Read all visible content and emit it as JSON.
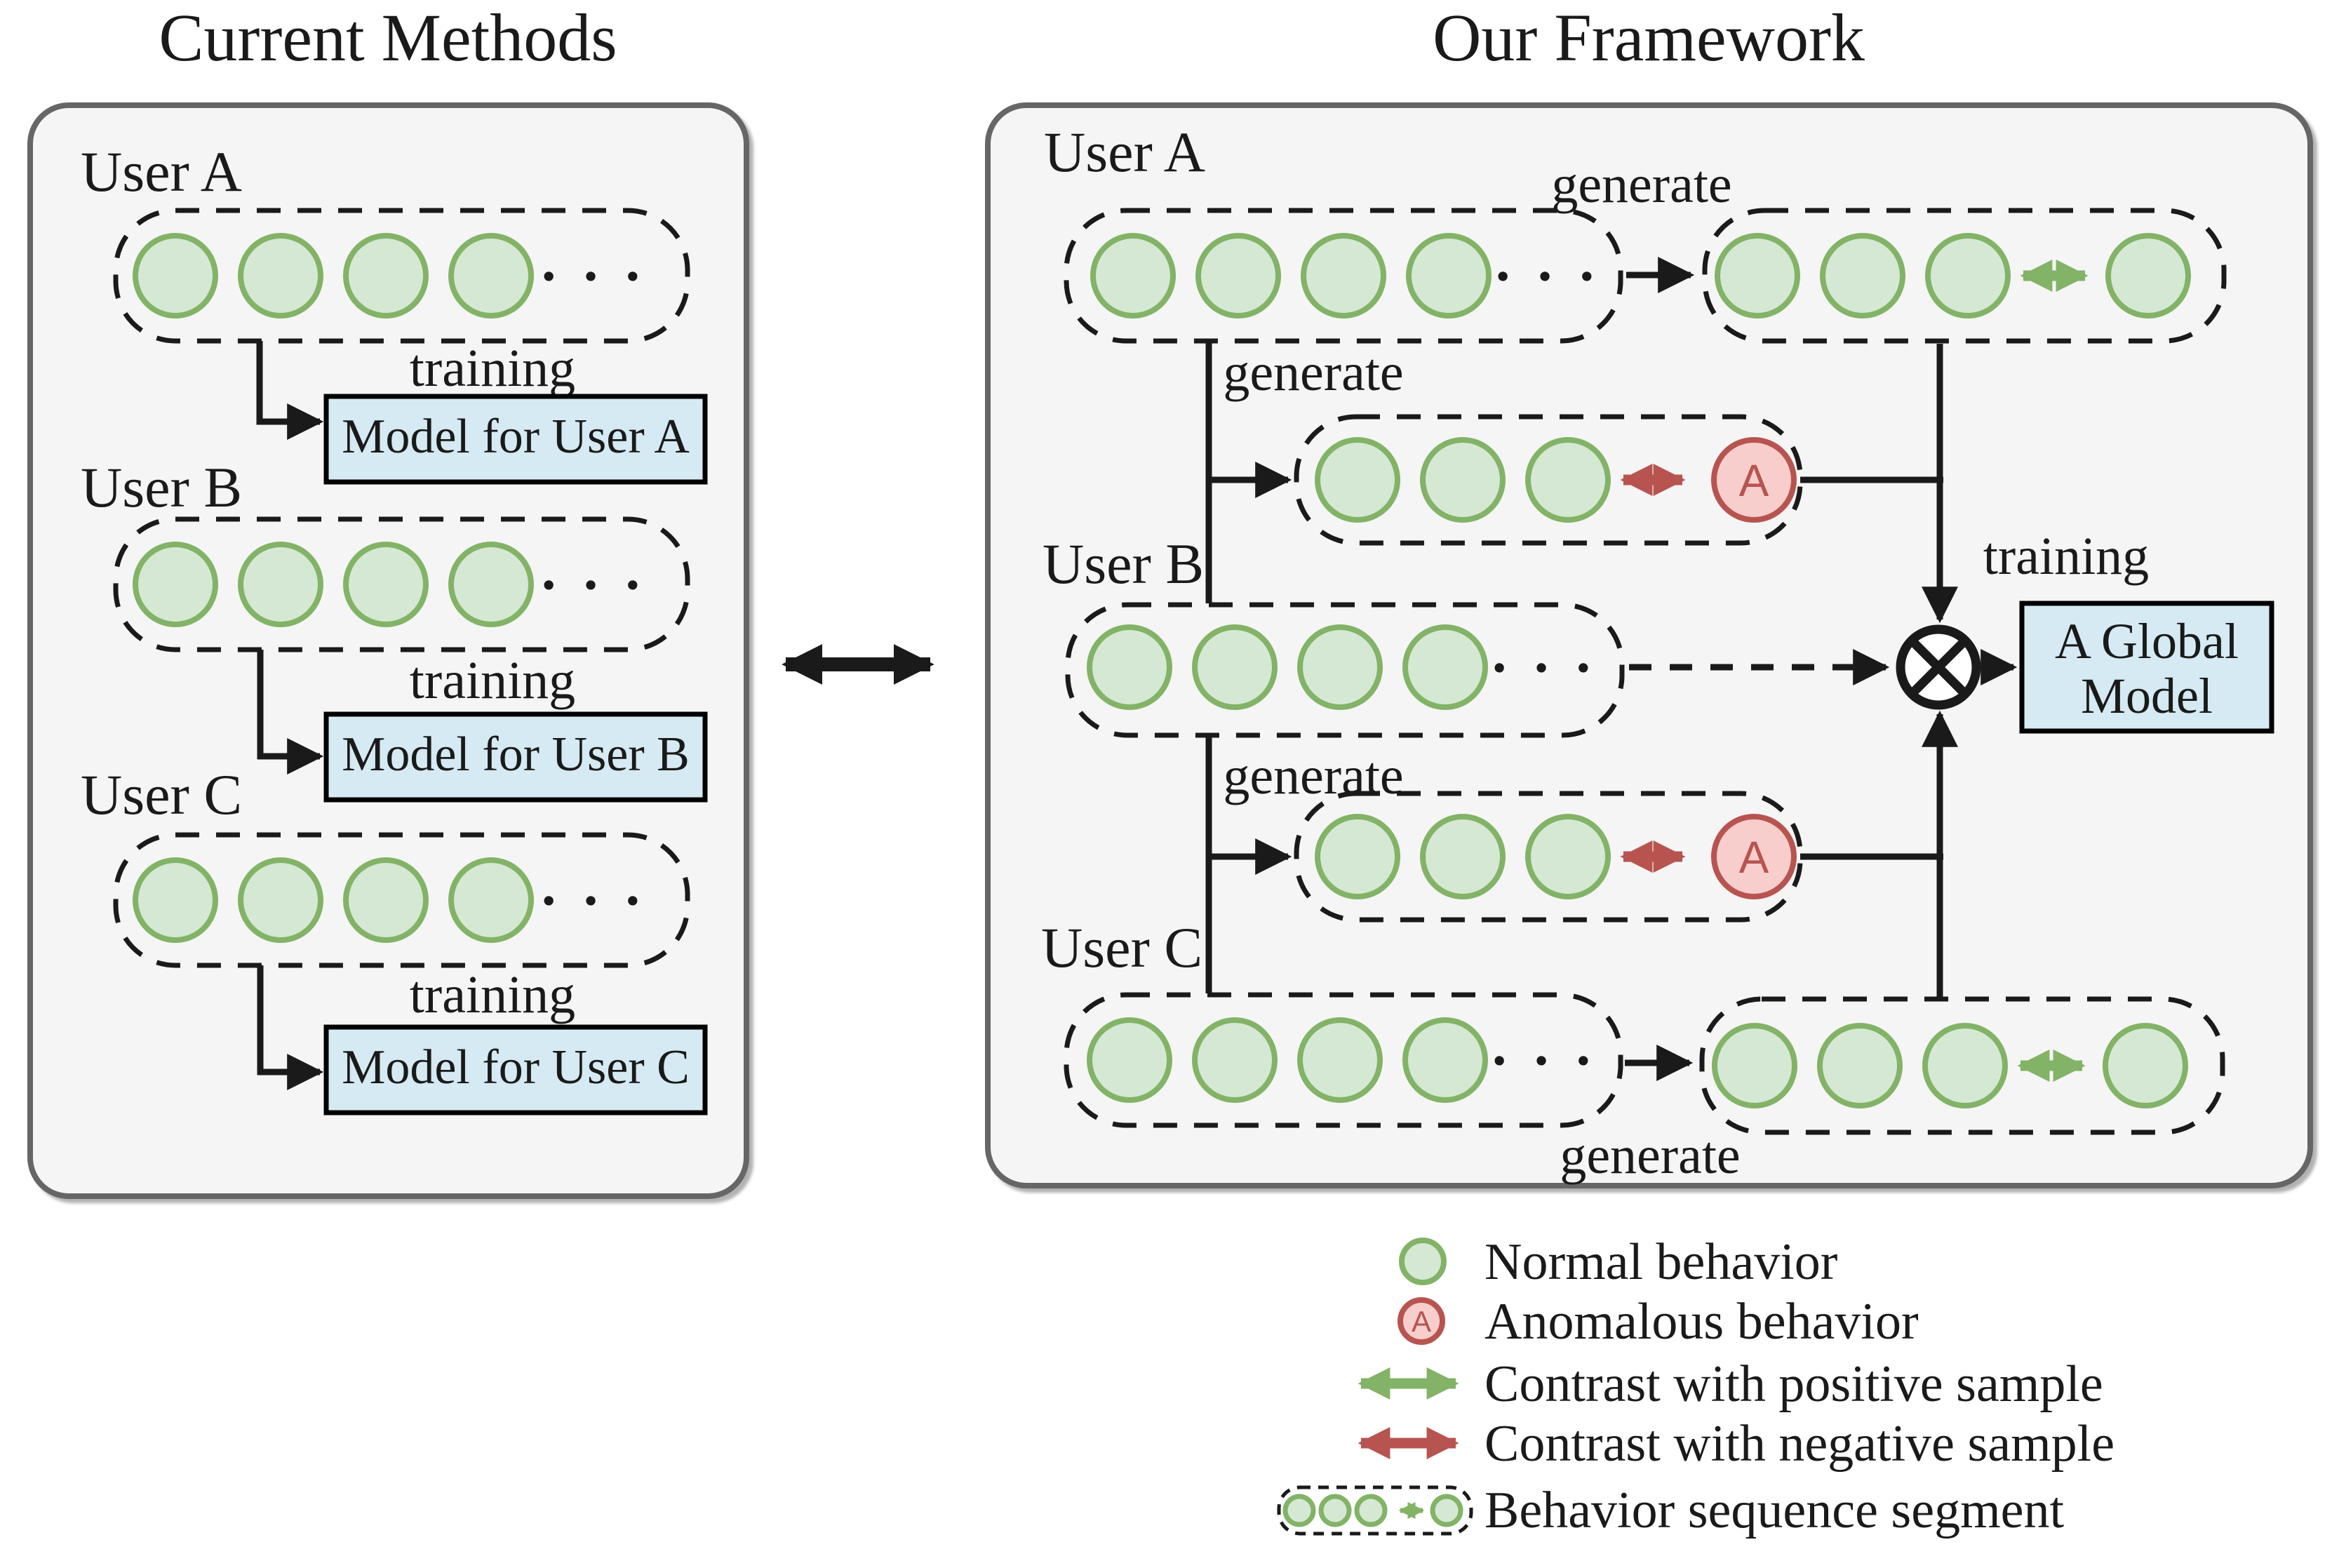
{
  "colors": {
    "panel-fill": "#f5f5f5",
    "panel-border": "#666666",
    "green-fill": "#d5e8d4",
    "green-stroke": "#82b366",
    "red-fill": "#f8cecc",
    "red-stroke": "#b85450",
    "blue-fill": "#d5eaf2",
    "box-border": "#000000",
    "line": "#1a1a1a",
    "text": "#1a1a1a"
  },
  "titles": {
    "left": "Current Methods",
    "right": "Our Framework"
  },
  "labels": {
    "training": "training",
    "generate": "generate",
    "ellipsis": "· · ·",
    "anomaly": "A"
  },
  "left_panel": {
    "rows": [
      {
        "user": "User A",
        "model": "Model for User A"
      },
      {
        "user": "User B",
        "model": "Model for User B"
      },
      {
        "user": "User C",
        "model": "Model for User C"
      }
    ]
  },
  "right_panel": {
    "users": [
      "User A",
      "User B",
      "User C"
    ],
    "global_model": {
      "line1": "A Global",
      "line2": "Model"
    }
  },
  "legend": {
    "items": [
      {
        "icon": "normal-behavior-icon",
        "label": "Normal behavior"
      },
      {
        "icon": "anomalous-behavior-icon",
        "label": "Anomalous behavior"
      },
      {
        "icon": "positive-contrast-arrow-icon",
        "label": "Contrast with positive sample"
      },
      {
        "icon": "negative-contrast-arrow-icon",
        "label": "Contrast with negative sample"
      },
      {
        "icon": "behavior-sequence-segment-icon",
        "label": "Behavior sequence segment"
      }
    ]
  }
}
